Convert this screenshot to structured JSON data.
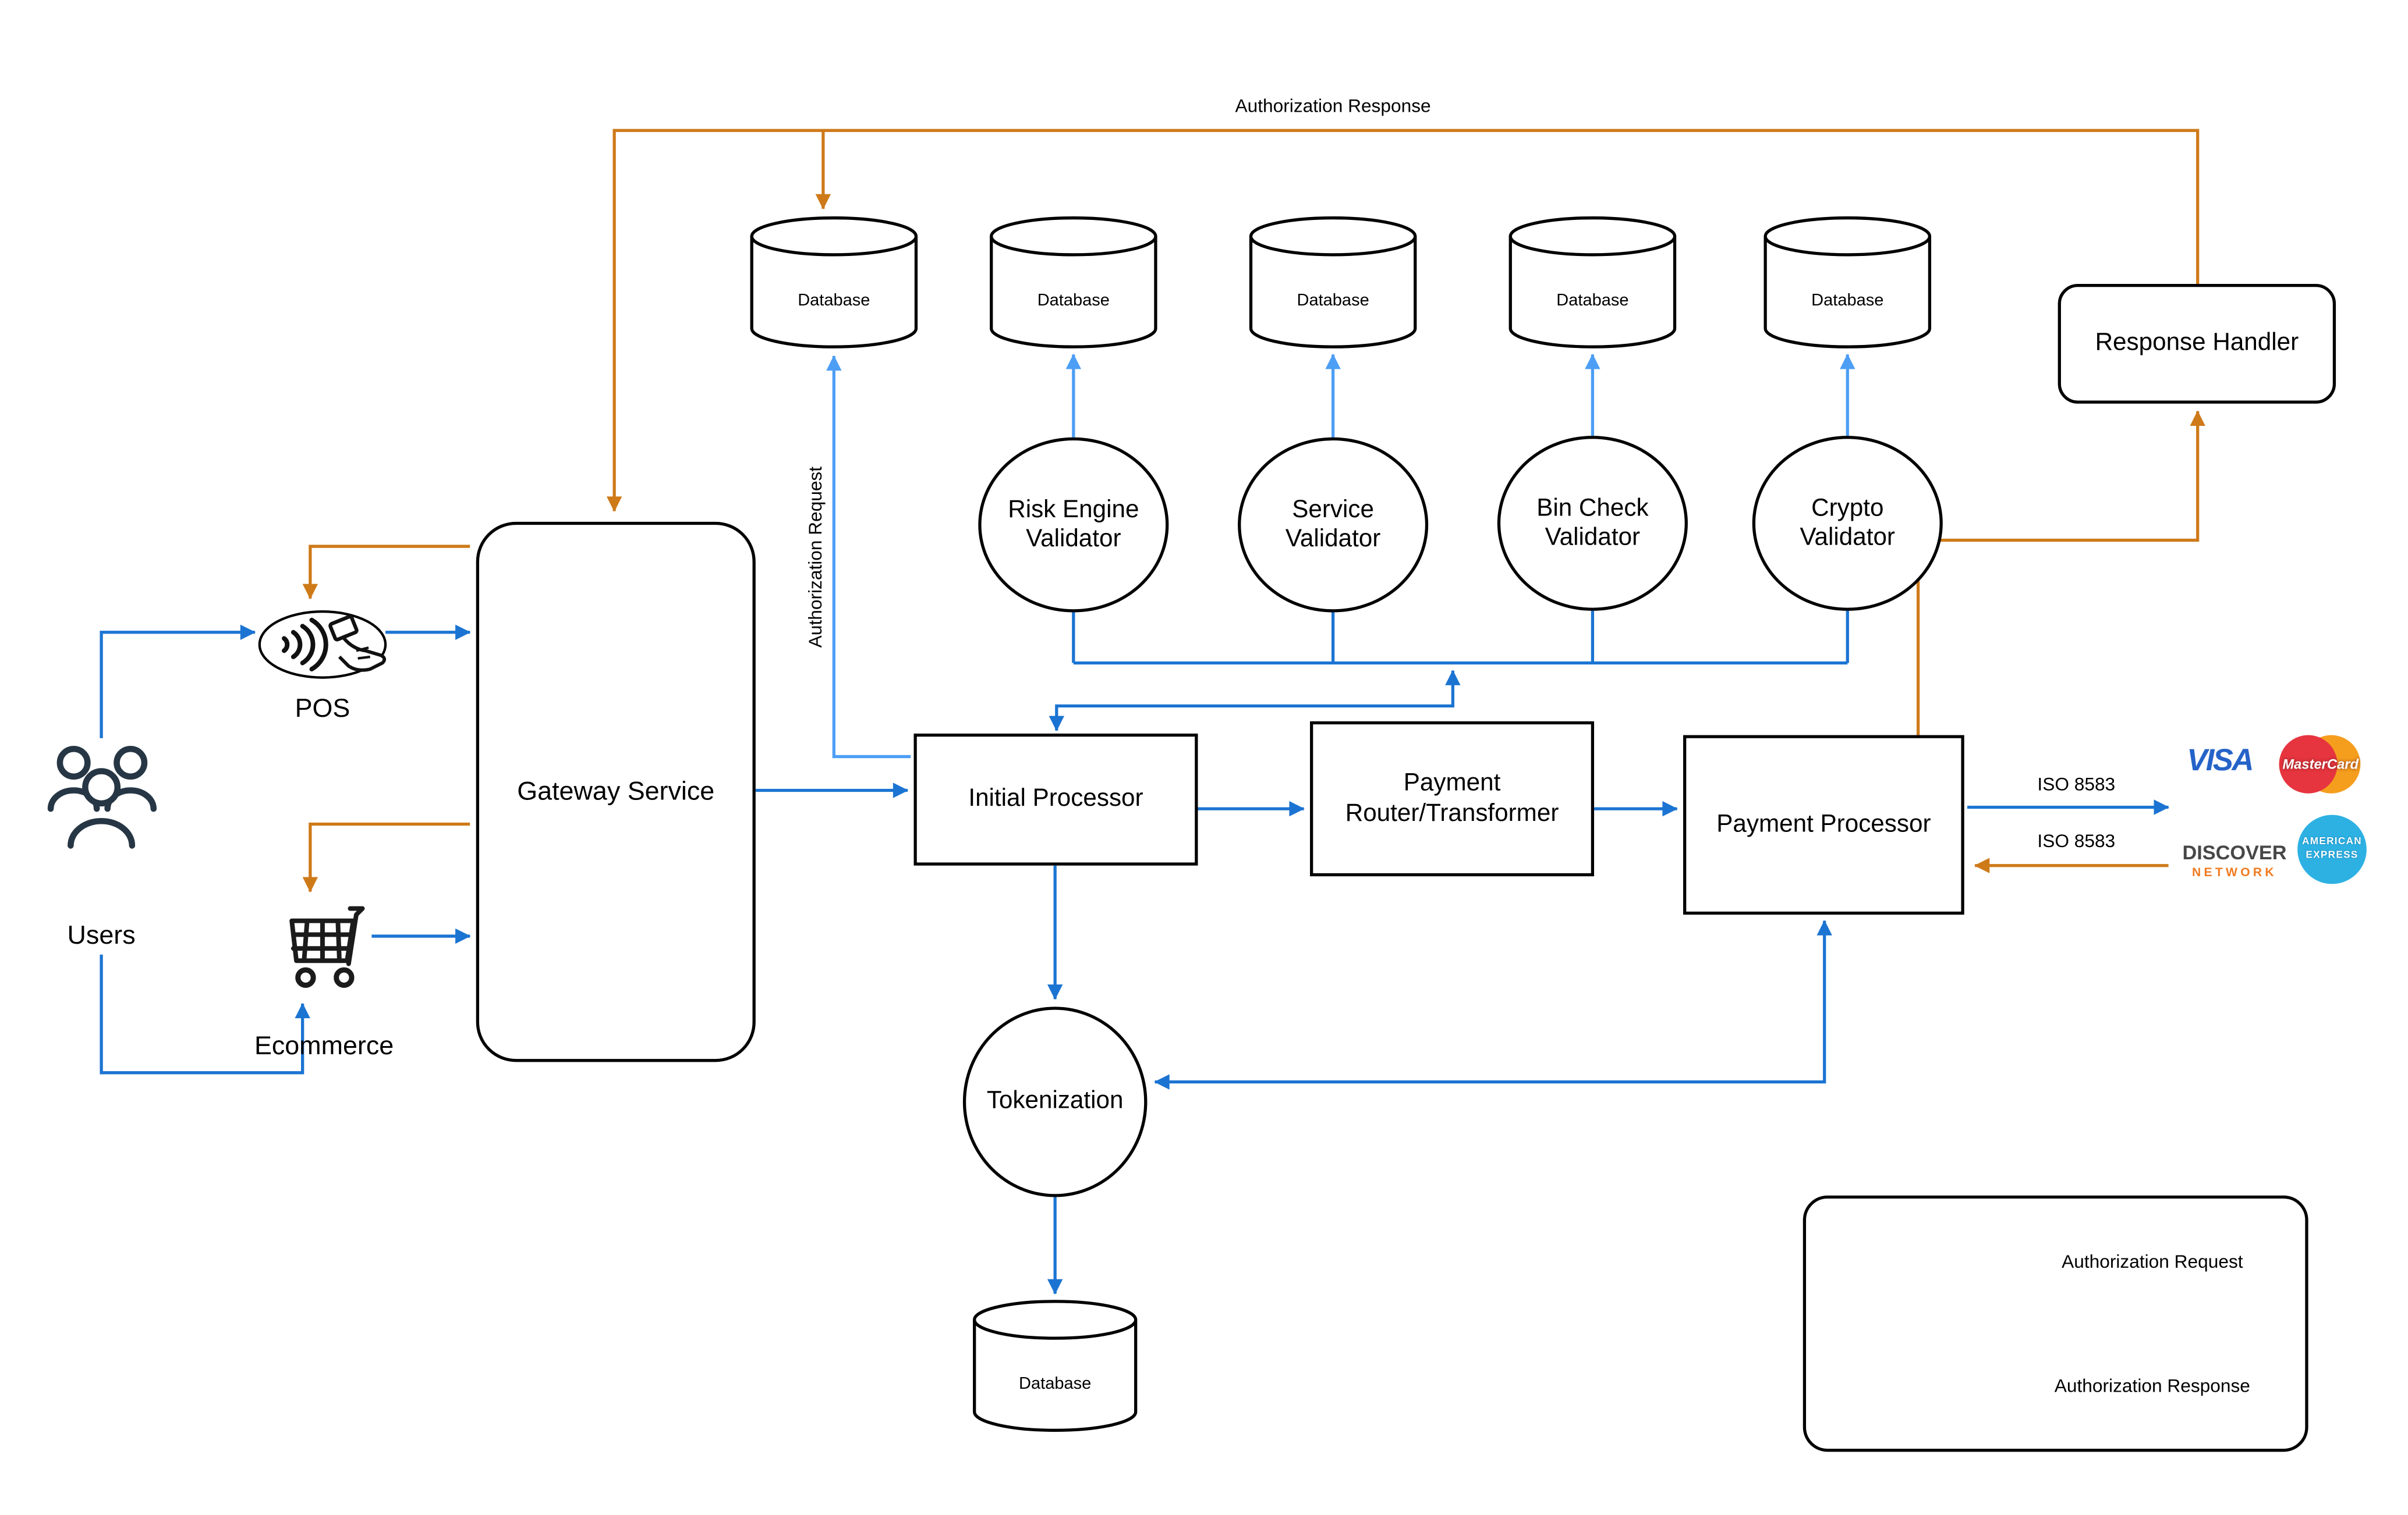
{
  "colors": {
    "request_blue": "#1B74D2",
    "request_light_blue": "#4D9EF5",
    "response_orange": "#CE7A19",
    "users_icon_dark": "#263645"
  },
  "edge_labels": {
    "top_response": "Authorization Response",
    "vertical_request": "Authorization Request",
    "iso_request": "ISO 8583",
    "iso_response": "ISO 8583"
  },
  "nodes": {
    "users": {
      "label": "Users"
    },
    "pos": {
      "label": "POS"
    },
    "ecommerce": {
      "label": "Ecommerce"
    },
    "gateway": {
      "label": "Gateway Service"
    },
    "initial_processor": {
      "label": "Initial Processor"
    },
    "payment_router": {
      "line1": "Payment",
      "line2": "Router/Transformer"
    },
    "payment_processor": {
      "label": "Payment Processor"
    },
    "response_handler": {
      "label": "Response Handler"
    },
    "tokenization": {
      "label": "Tokenization"
    }
  },
  "validators": [
    {
      "line1": "Risk Engine",
      "line2": "Validator"
    },
    {
      "line1": "Service",
      "line2": "Validator"
    },
    {
      "line1": "Bin Check",
      "line2": "Validator"
    },
    {
      "line1": "Crypto",
      "line2": "Validator"
    }
  ],
  "databases": {
    "top": [
      "Database",
      "Database",
      "Database",
      "Database",
      "Database"
    ],
    "bottom": "Database"
  },
  "legend": {
    "request": "Authorization Request",
    "response": "Authorization Response"
  },
  "card_networks": {
    "visa": "VISA",
    "mastercard": "MasterCard",
    "discover_line1": "DISCOVER",
    "discover_line2": "NETWORK",
    "amex_line1": "AMERICAN",
    "amex_line2": "EXPRESS"
  }
}
